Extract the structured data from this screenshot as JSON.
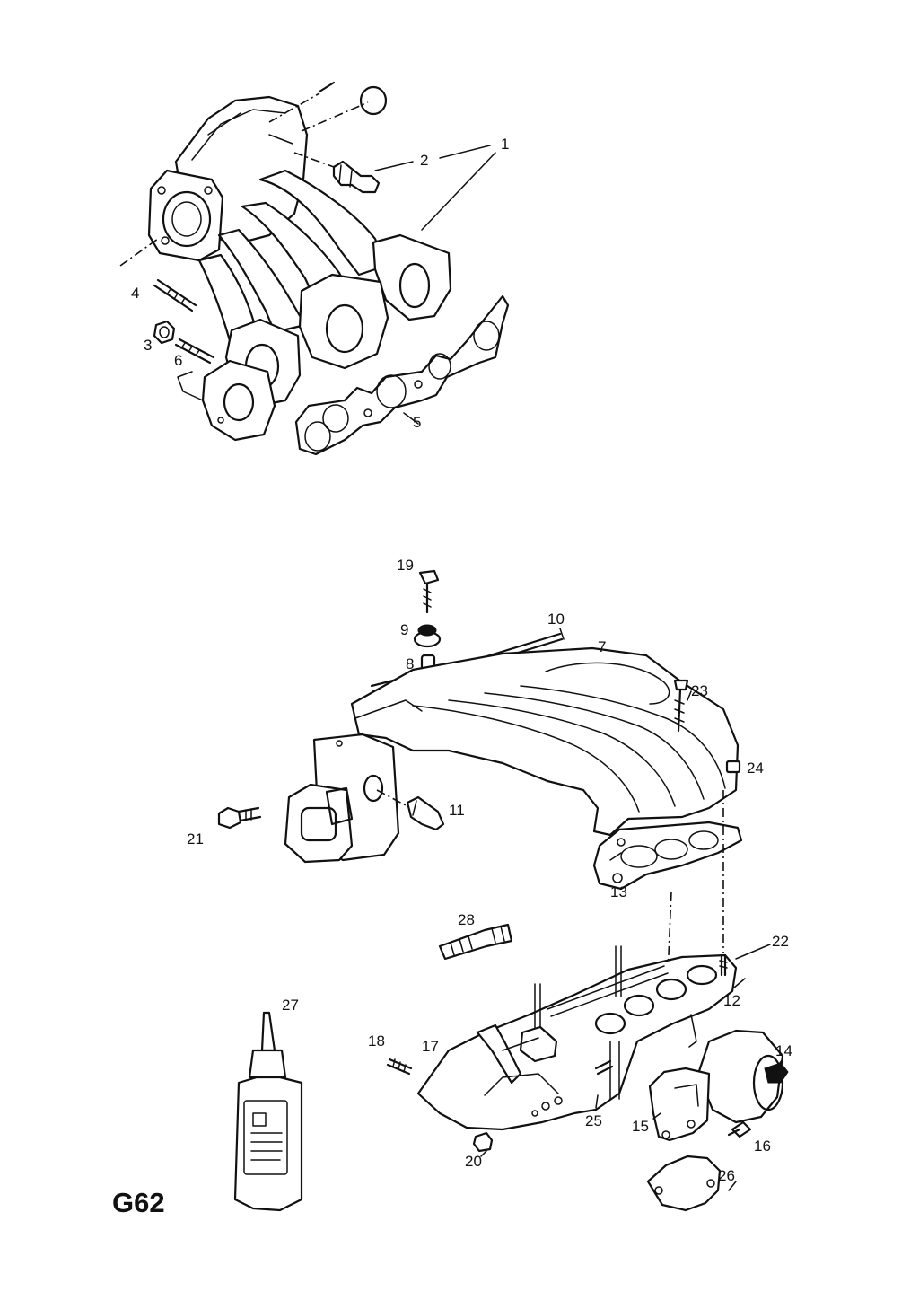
{
  "page_code": "G62",
  "callouts": [
    "1",
    "2",
    "3",
    "4",
    "5",
    "6",
    "7",
    "8",
    "9",
    "10",
    "11",
    "12",
    "13",
    "14",
    "15",
    "16",
    "17",
    "18",
    "19",
    "20",
    "21",
    "22",
    "23",
    "24",
    "25",
    "26",
    "27",
    "28"
  ],
  "colors": {
    "ink": "#111111",
    "paper": "#ffffff"
  }
}
